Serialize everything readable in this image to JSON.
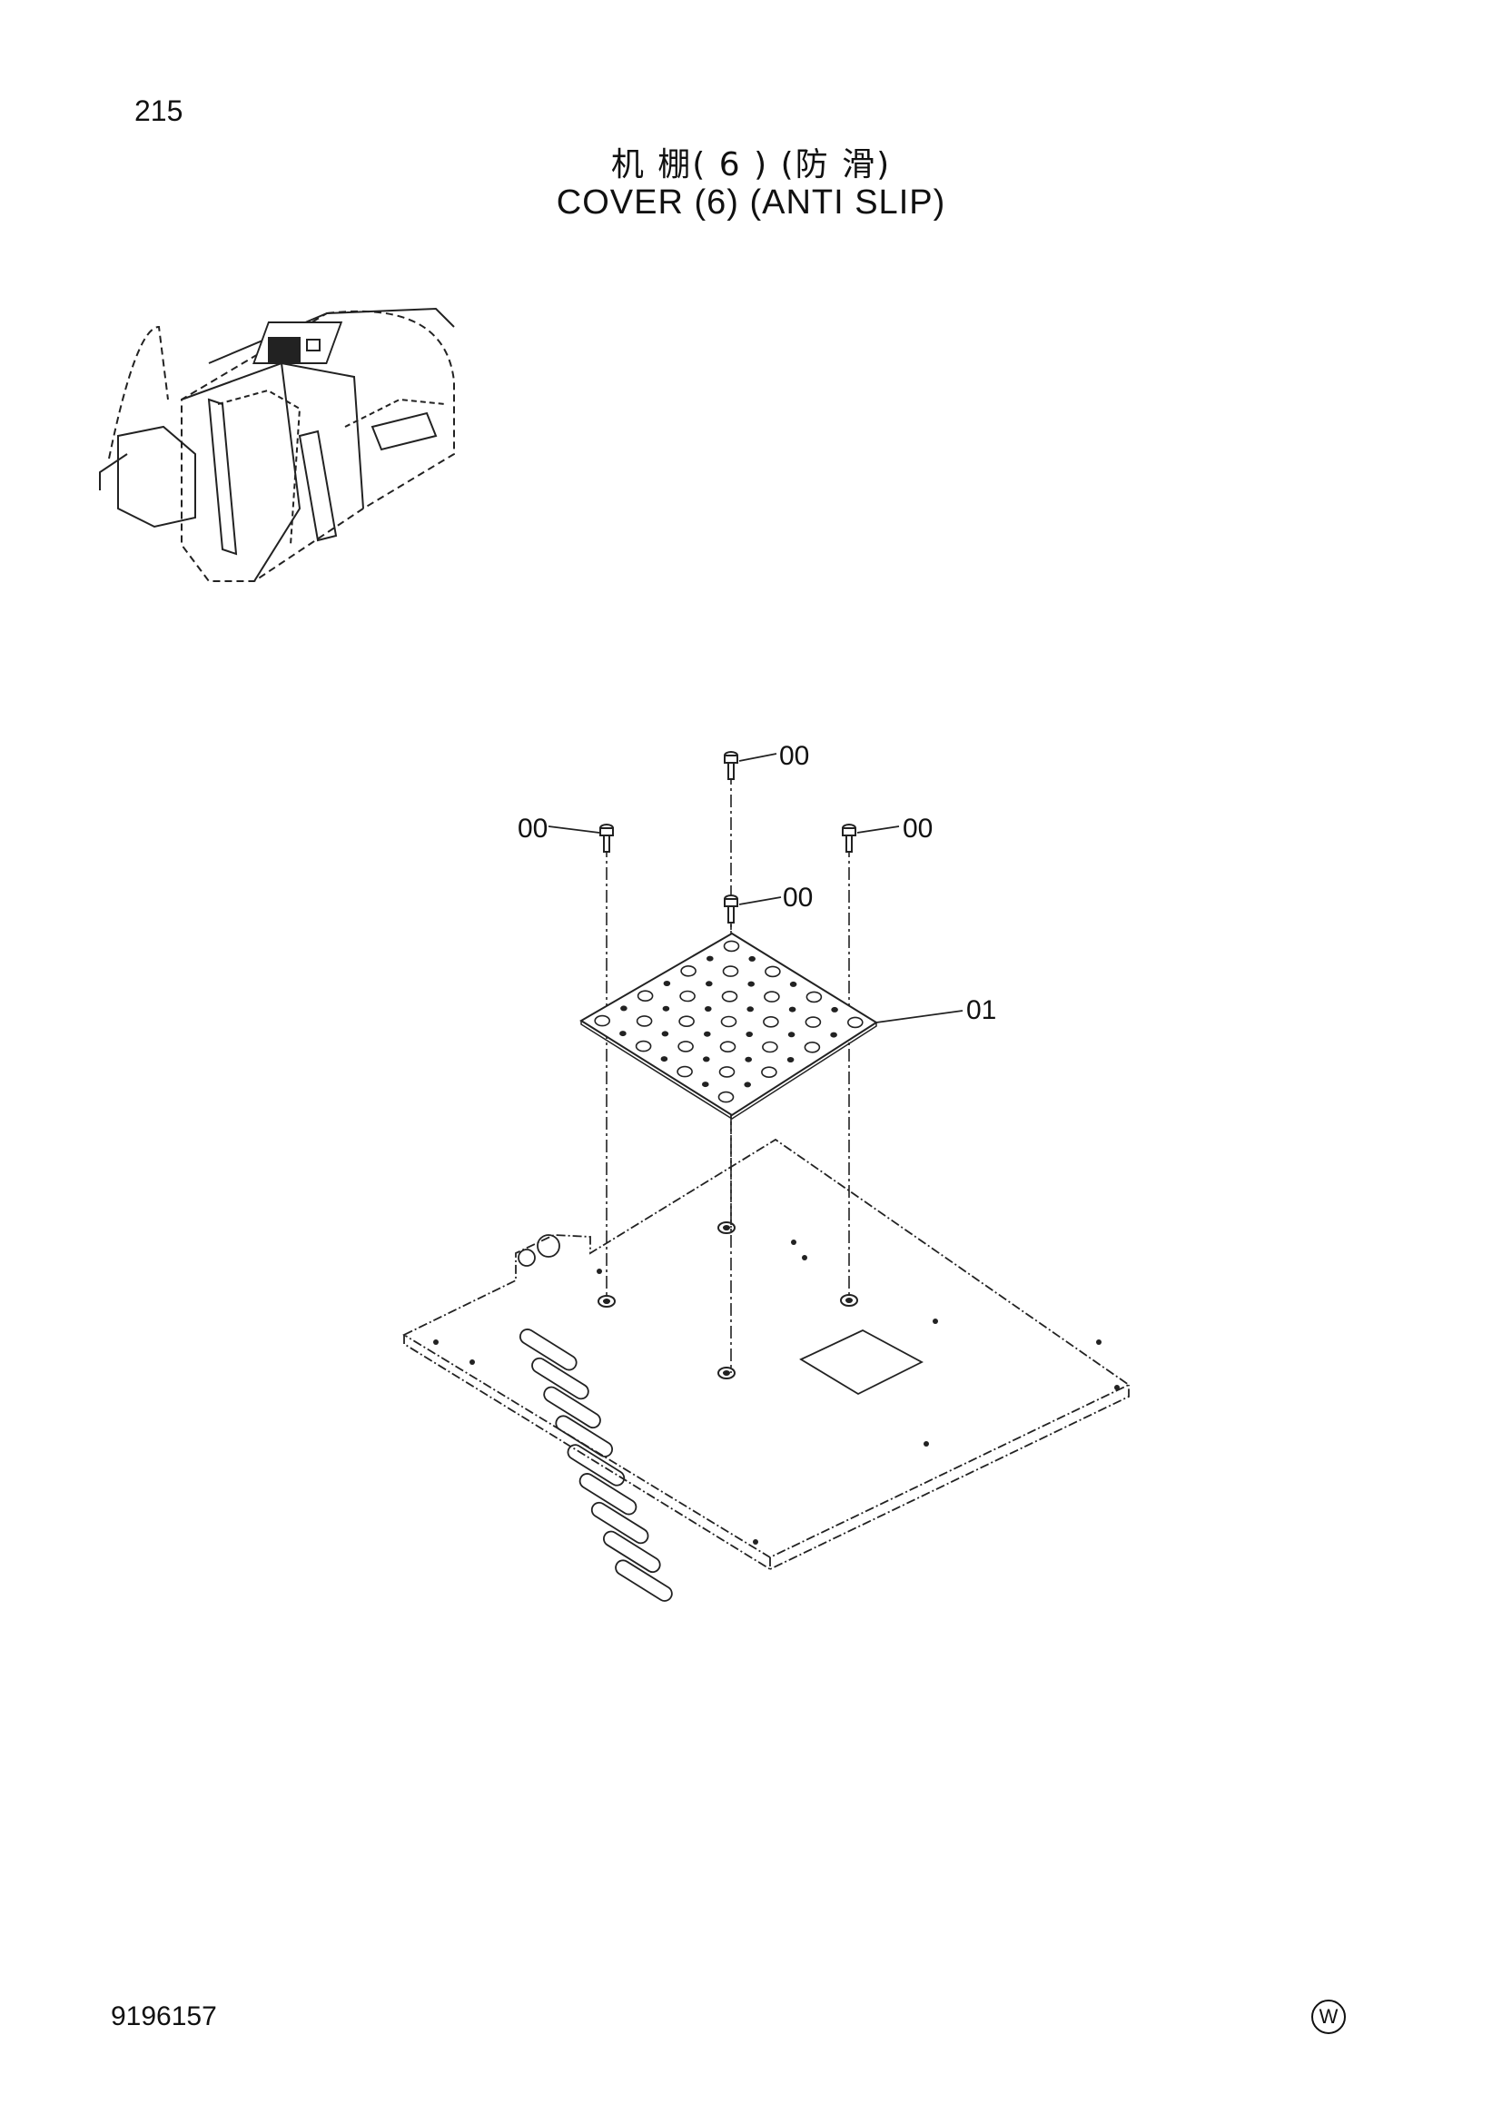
{
  "header": {
    "page_number": "215",
    "title_cn": "机 棚( 6 ) (防 滑)",
    "title_en": "COVER (6) (ANTI SLIP)"
  },
  "callouts": {
    "bolt_top": "00",
    "bolt_left": "00",
    "bolt_right": "00",
    "bolt_center": "00",
    "plate": "01"
  },
  "footer": {
    "document_id": "9196157",
    "mark": "W"
  }
}
